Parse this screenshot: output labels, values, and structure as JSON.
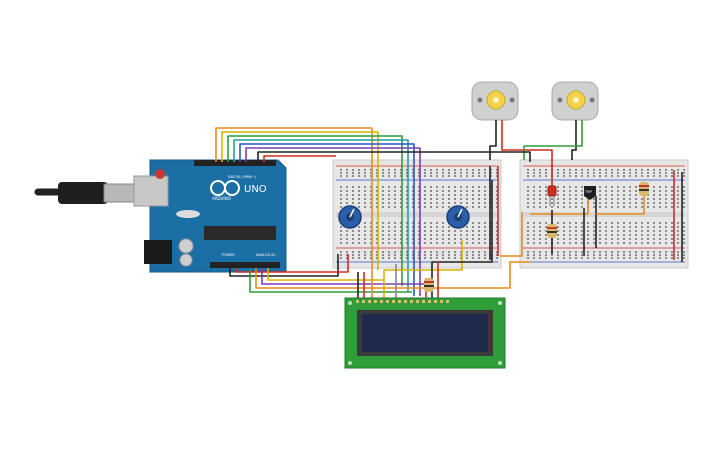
{
  "arduino": {
    "brand_text": "UNO",
    "logo_text": "ARDUINO",
    "digital_header_label": "DIGITAL (PWM~)",
    "power_label": "POWER",
    "analog_label": "ANALOG IN",
    "colors": {
      "board": "#1c6fa5",
      "header": "#222222"
    }
  },
  "breadboards": [
    {
      "id": "left",
      "color": "#e7e7e7"
    },
    {
      "id": "right",
      "color": "#e7e7e7"
    }
  ],
  "motors": [
    {
      "id": "motor-1",
      "body_color": "#d0d0d0",
      "shaft_color": "#f2d34a"
    },
    {
      "id": "motor-2",
      "body_color": "#d0d0d0",
      "shaft_color": "#f2d34a"
    }
  ],
  "lcd": {
    "pcb_color": "#2f9e3a",
    "screen_color": "#1d2a4c"
  },
  "sensor": {
    "label": "TMP"
  },
  "components": {
    "potentiometers": 2,
    "led_color": "#d03020",
    "resistor_color": "#d9b86b"
  },
  "wire_colors": {
    "red": "#d42a20",
    "black": "#222222",
    "orange": "#e98b1c",
    "yellow": "#d7b400",
    "green": "#2f9e3a",
    "blue": "#2757c2",
    "purple": "#7b3fb0",
    "teal": "#20a0a0",
    "gray": "#888888"
  }
}
